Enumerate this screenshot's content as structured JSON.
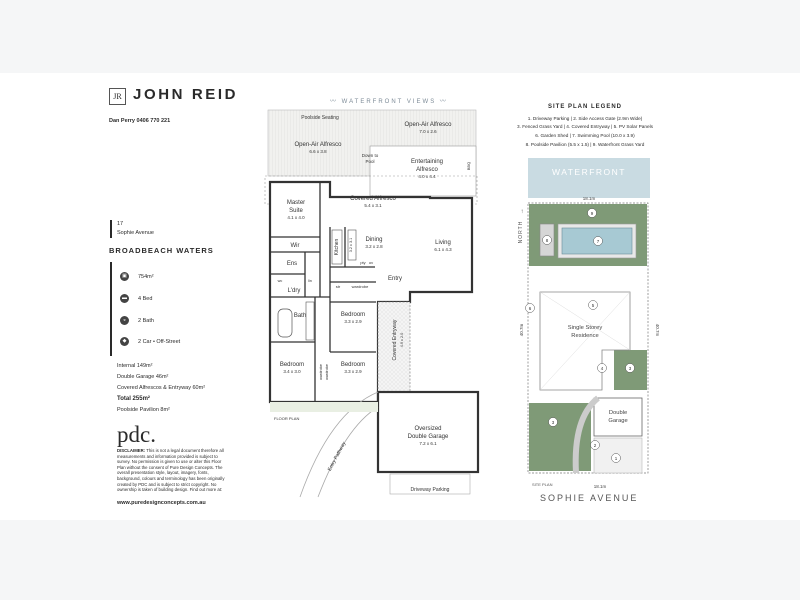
{
  "brand": {
    "logo_initials": "JR",
    "name": "JOHN REID"
  },
  "agent": "Dan Perry 0406 770 221",
  "address": {
    "number": "17",
    "street": "Sophie Avenue",
    "suburb": "BROADBEACH WATERS"
  },
  "features": [
    {
      "icon": "land-size-icon",
      "text": "754m²"
    },
    {
      "icon": "bed-icon",
      "text": "4 Bed"
    },
    {
      "icon": "bath-icon",
      "text": "2 Bath"
    },
    {
      "icon": "car-icon",
      "text": "2 Car • Off-Street"
    }
  ],
  "areas": {
    "internal": "Internal 149m²",
    "garage": "Double Garage 46m²",
    "alfresco": "Covered Alfrescos & Entryway 60m²",
    "total": "Total 255m²",
    "pavilion": "Poolside Pavilion 8m²"
  },
  "pdc": {
    "logo": "pdc.",
    "disclaimer_label": "DISCLAIMER:",
    "disclaimer": "This is not a legal document therefore all measurements and information provided is subject to survey. No permission is given to use or alter this Floor Plan without the consent of Pure Design Concepts. The overall presentation style, layout, imagery, fonts, background, colours and terminology has been originally created by PDC and is subject to strict copyright. No ownership is taken of building design. Find out more at:",
    "website": "www.puredesignconcepts.com.au"
  },
  "floor_plan": {
    "header": "WATERFRONT VIEWS",
    "caption": "FLOOR PLAN",
    "rooms": {
      "poolside_seating": "Poolside Seating",
      "open_air_alfresco_left": "Open-Air Alfresco",
      "open_air_alfresco_left_dim": "6.6 x 3.8",
      "open_air_alfresco_right": "Open-Air Alfresco",
      "open_air_alfresco_right_dim": "7.0 x 2.6",
      "down_to_pool_1": "Down to",
      "down_to_pool_2": "Pool",
      "entertaining_1": "Entertaining",
      "entertaining_2": "Alfresco",
      "entertaining_dim": "4.0 x 4.4",
      "bbq": "BBQ",
      "covered_alfresco": "Covered Alfresco",
      "covered_alfresco_dim": "5.4 x 3.1",
      "master_1": "Master",
      "master_2": "Suite",
      "master_dim": "4.1 x 4.0",
      "wir": "Wir",
      "ens": "Ens",
      "kitchen": "Kitchen",
      "kitchen_dim": "3.2 x 3.1",
      "dining": "Dining",
      "dining_dim": "3.2 x 2.8",
      "living": "Living",
      "living_dim": "6.1 x 4.3",
      "pty": "pty",
      "ov": "ov",
      "entry": "Entry",
      "ldry": "L'dry",
      "str": "str",
      "wardrobe": "wardrobe",
      "bath": "Bath",
      "bed_small": "Bedroom",
      "bed_small_dim": "3.3 x 2.9",
      "bed_left": "Bedroom",
      "bed_left_dim": "3.4 x 3.0",
      "bed_right": "Bedroom",
      "bed_right_dim": "3.3 x 2.9",
      "covered_entryway": "Covered Entryway",
      "covered_entryway_dim": "4.9 x 2.0",
      "garage_1": "Oversized",
      "garage_2": "Double Garage",
      "garage_dim": "7.2 x 6.1",
      "entry_pathway": "Entry Pathway",
      "driveway_parking": "Driveway Parking",
      "fr": "fr",
      "lin": "lin",
      "wc": "wc",
      "ref": "ref",
      "bi": "b / bar"
    }
  },
  "site_plan": {
    "legend_title": "SITE PLAN LEGEND",
    "legend_lines": [
      "1. Driveway Parking  |  2. Side Access Gate (2.9m Wide)",
      "3. Fenced Grass Yard  |  4. Covered Entryway  |  5. PV Solar Panels",
      "6. Garden Shed  |  7. Swimming Pool (10.0 x 3.9)",
      "8. Poolside Pavilion (5.5 x 1.5)  |  9. Waterfront Grass Yard"
    ],
    "waterfront": "WATERFRONT",
    "north": "NORTH",
    "width_top": "18.1m",
    "width_bottom": "18.1m",
    "depth_left": "40.7m",
    "depth_right": "40.7m",
    "residence_1": "Single Storey",
    "residence_2": "Residence",
    "garage_1": "Double",
    "garage_2": "Garage",
    "caption": "SITE PLAN",
    "street": "SOPHIE AVENUE",
    "markers": [
      "1",
      "2",
      "3",
      "3",
      "4",
      "5",
      "6",
      "7",
      "8",
      "9"
    ]
  }
}
